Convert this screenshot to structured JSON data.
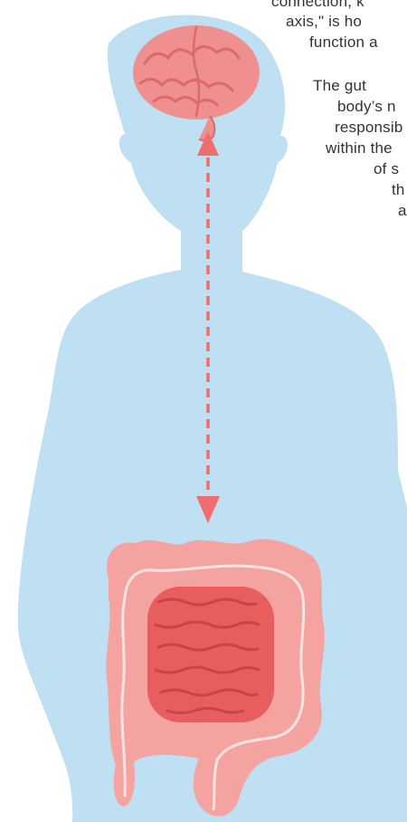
{
  "text_lines": [
    "connection, k",
    "axis,\" is ho",
    "function a",
    "The gut",
    "body’s n",
    "responsib",
    "within the",
    "of s",
    "th",
    "a"
  ],
  "colors": {
    "body_silhouette": "#bfdff2",
    "brain_fill": "#f08f8f",
    "brain_fold": "#d96a6e",
    "arrow": "#ef6d6d",
    "colon_outer": "#f5a3a0",
    "colon_inner_line": "#fbe3df",
    "small_intestine": "#e85d5d",
    "small_intestine_folds": "#c94444"
  },
  "icons": [
    "brain-icon",
    "intestines-icon",
    "bidirectional-arrow-icon"
  ]
}
